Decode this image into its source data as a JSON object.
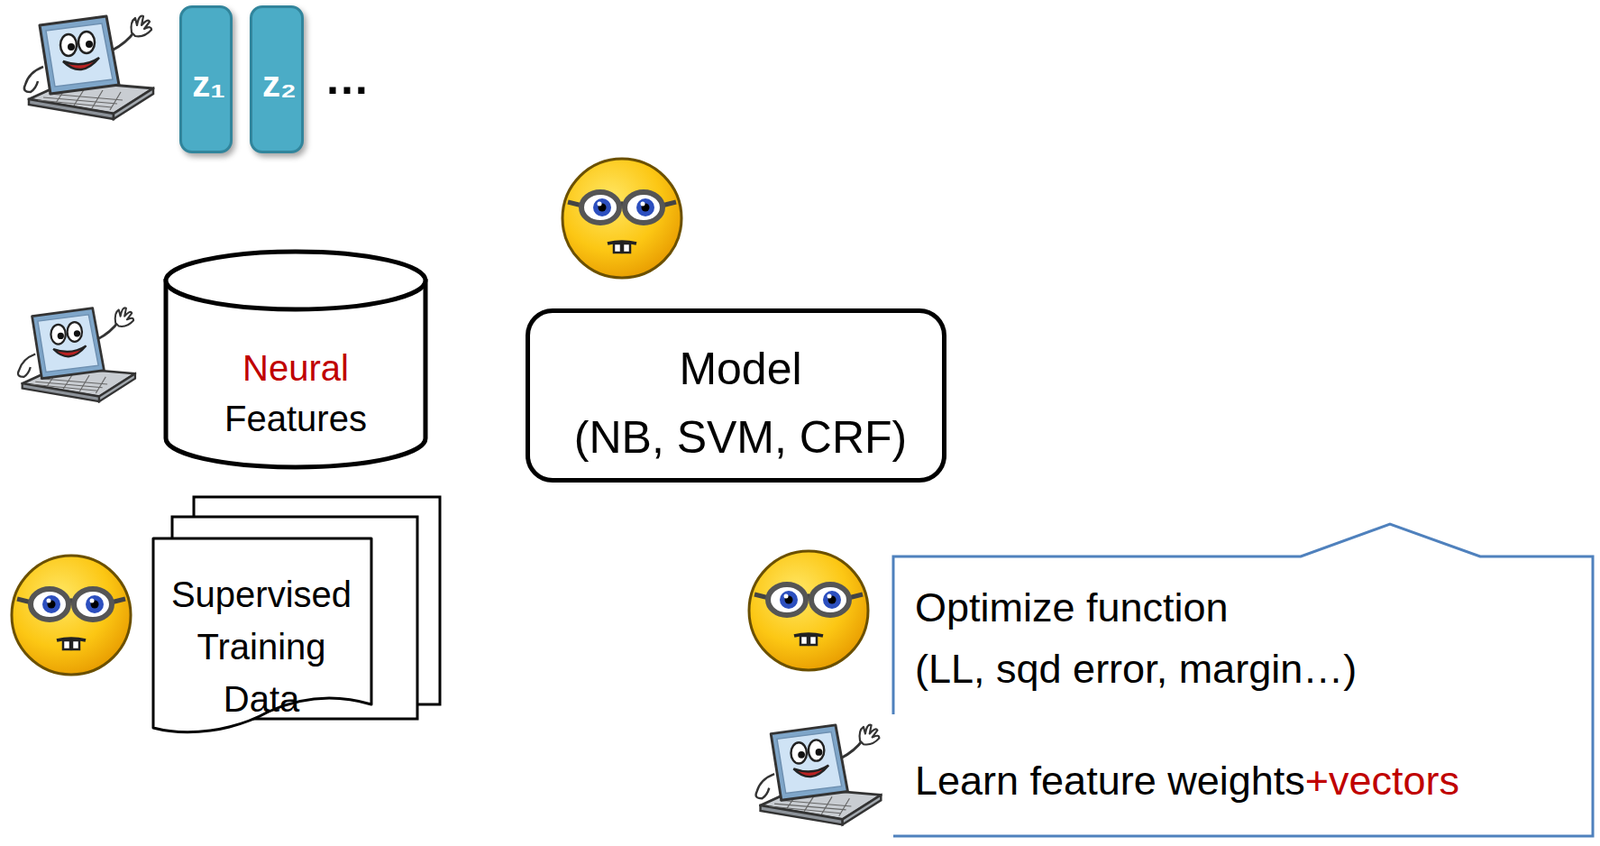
{
  "diagram": {
    "nodes": [
      {
        "text": [
          "z₁"
        ]
      },
      {
        "text": [
          "z₂"
        ]
      },
      {
        "text": [
          "Neural",
          "Features"
        ]
      },
      {
        "text": [
          "Model",
          "(NB, SVM, CRF)"
        ]
      },
      {
        "text": [
          "Supervised Training Data"
        ]
      },
      {
        "text": [
          "Optimize function",
          "(LL, sqd error, margin…)",
          "Learn feature weights",
          "+vectors"
        ]
      }
    ],
    "labels": [
      "…"
    ]
  }
}
